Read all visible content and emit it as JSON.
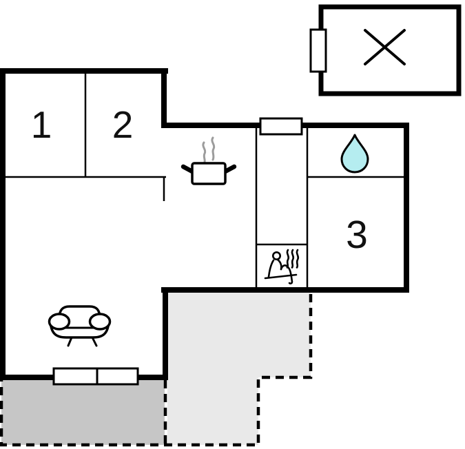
{
  "floorplan": {
    "room_labels": {
      "room1": "1",
      "room2": "2",
      "room3": "3"
    },
    "icons": {
      "kitchen": "cooking-pot",
      "bathroom": "water-drop",
      "sauna": "sauna-person-with-heat-waves",
      "living_room": "sofa",
      "outbuilding": "diagonal-cross"
    },
    "colors": {
      "wall": "#000000",
      "water_drop_fill": "#b5edf0",
      "terrace_dark": "#c6c6c6",
      "terrace_light": "#e9e9e9",
      "steam_gray": "#9c9c9c",
      "background": "#ffffff"
    }
  }
}
